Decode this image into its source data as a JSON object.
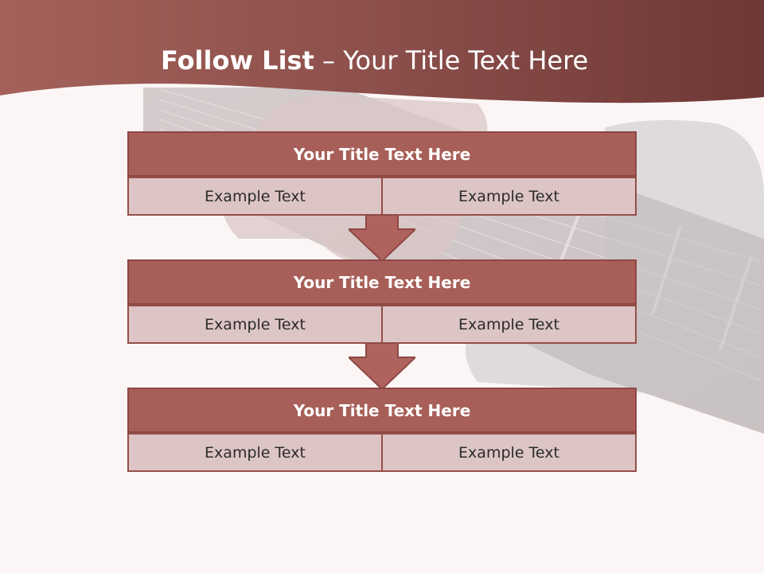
{
  "title": {
    "bold": "Follow List",
    "separator": " – ",
    "rest": "Your Title Text Here"
  },
  "blocks": [
    {
      "title": "Your Title Text Here",
      "left": "Example Text",
      "right": "Example Text"
    },
    {
      "title": "Your Title Text Here",
      "left": "Example Text",
      "right": "Example Text"
    },
    {
      "title": "Your Title Text Here",
      "left": "Example Text",
      "right": "Example Text"
    }
  ],
  "colors": {
    "title_band": "#8a4f4b",
    "block_header": "#a85f59",
    "cell_fill": "#ddc5c5",
    "arrow": "#b0635e"
  }
}
